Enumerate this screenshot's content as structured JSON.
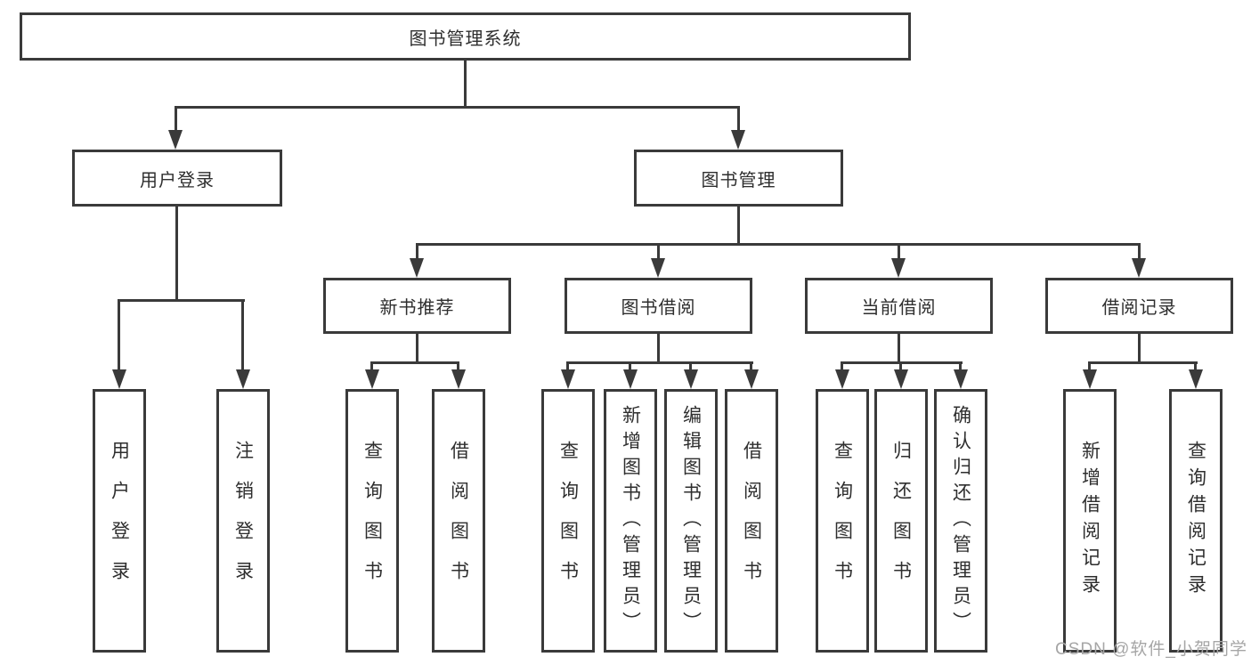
{
  "diagram": {
    "watermark": "CSDN @软件_小贺同学",
    "colors": {
      "line": "#3a3a3a",
      "text": "#2e2e2e",
      "background": "#ffffff",
      "watermark": "#a6a6a6"
    },
    "nodes": {
      "root": {
        "label": "图书管理系统"
      },
      "level2": [
        {
          "label": "用户登录"
        },
        {
          "label": "图书管理"
        }
      ],
      "level3": [
        {
          "label": "新书推荐"
        },
        {
          "label": "图书借阅"
        },
        {
          "label": "当前借阅"
        },
        {
          "label": "借阅记录"
        }
      ],
      "leaves": {
        "user_login": [
          "用户登录",
          "注销登录"
        ],
        "new_books": [
          "查询图书",
          "借阅图书"
        ],
        "book_borrow": [
          "查询图书",
          "新增图书（管理员）",
          "编辑图书（管理员）",
          "借阅图书"
        ],
        "current_borrow": [
          "查询图书",
          "归还图书",
          "确认归还（管理员）"
        ],
        "borrow_records": [
          "新增借阅记录",
          "查询借阅记录"
        ]
      }
    }
  }
}
